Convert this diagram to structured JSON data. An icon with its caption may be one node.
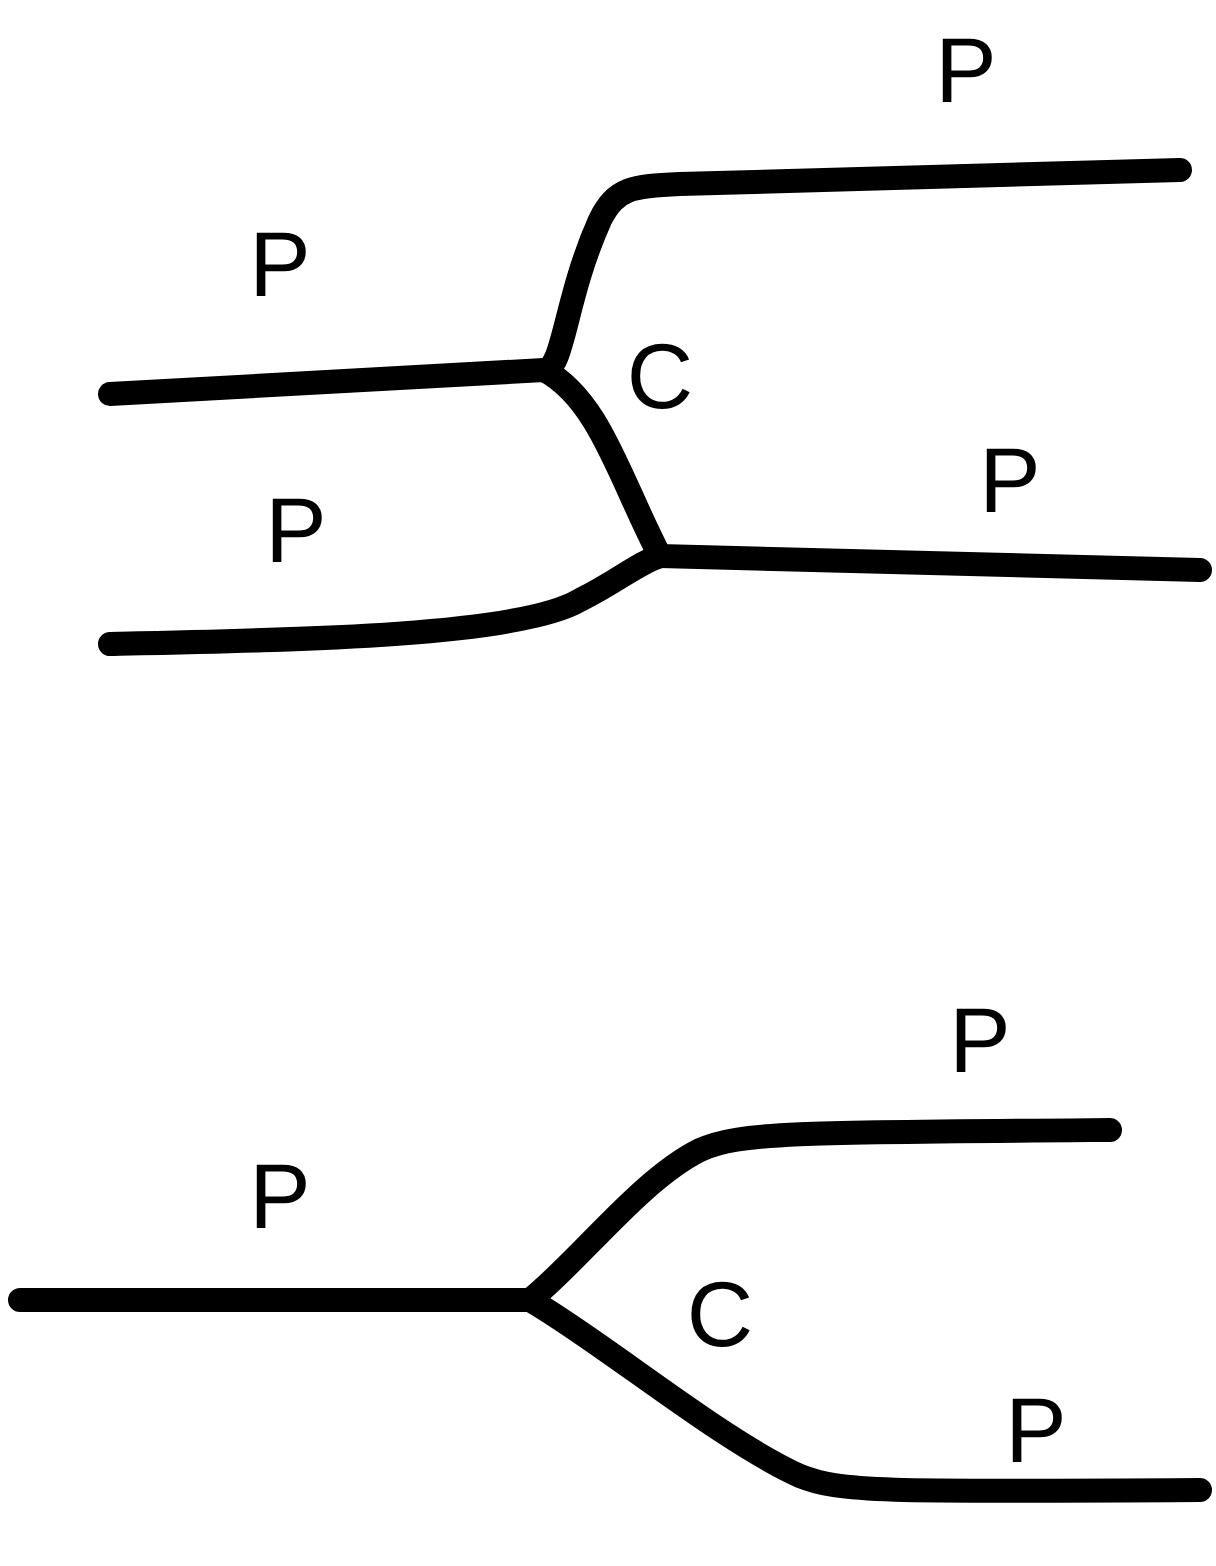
{
  "diagram": {
    "labels": [
      "P",
      "P",
      "C",
      "P",
      "P",
      "P",
      "P",
      "C",
      "P"
    ]
  }
}
